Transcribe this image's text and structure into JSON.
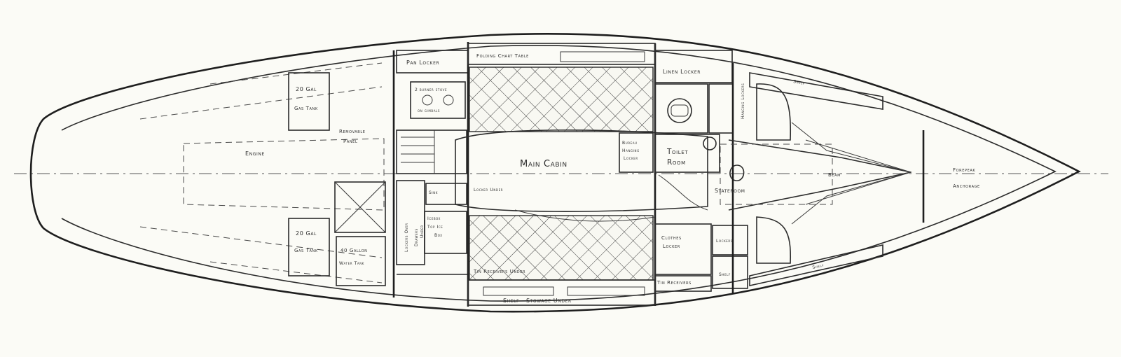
{
  "labels": {
    "tank_20_gal_fuel_top": "20 Gal",
    "tank_fuel_top_name": "Gas Tank",
    "tank_20_gal_fuel_bottom": "20 Gal",
    "tank_fuel_bottom_name": "Gas Tank",
    "water_tank_1": "40 Gallon",
    "water_tank_2": "Water Tank",
    "removable_panel_1": "Removable",
    "removable_panel_2": "Panel",
    "engine": "Engine",
    "pan_locker": "Pan Locker",
    "stove_1": "2 burner stove",
    "stove_2": "on gimbals",
    "folding_chart_table": "Folding Chart Table",
    "main_cabin": "Main Cabin",
    "locker_under": "Locker Under",
    "sink": "Sink",
    "icebox_1": "Icebox",
    "icebox_2": "Top Ice",
    "icebox_3": "Box",
    "lockers_over": "Lockers Over",
    "drawers_1": "Drawers",
    "drawers_2": "Under",
    "tin_receivers_under": "Tin Receivers Under",
    "shelf_stowage_under": "Shelf - Stowage Under",
    "linen_locker": "Linen Locker",
    "bureau_1": "Bureau",
    "bureau_2": "Hanging",
    "bureau_3": "Locker",
    "toilet_room_1": "Toilet",
    "toilet_room_2": "Room",
    "clothes_locker_1": "Clothes",
    "clothes_locker_2": "Locker",
    "tin_receivers": "Tin Receivers",
    "lockers": "Lockers",
    "shelf_bottom_right": "Shelf",
    "stateroom": "Stateroom",
    "beam": "Beam",
    "shelf_top": "Shelf",
    "shelf_bottom": "Shelf",
    "hanging_locker_right": "Hanging Lockers",
    "forepeak_1": "Forepeak",
    "forepeak_2": "Anchorage"
  }
}
